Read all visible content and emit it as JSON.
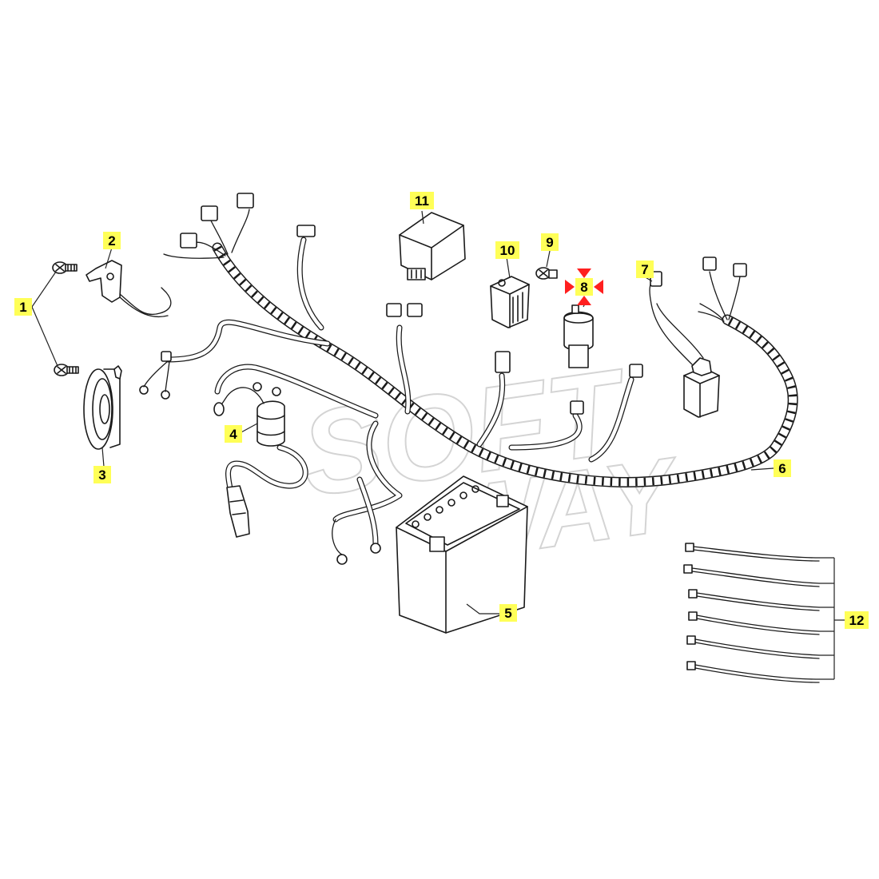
{
  "watermark": {
    "line1": "SOFT",
    "line2": "WAY"
  },
  "callouts": {
    "c1": "1",
    "c2": "2",
    "c3": "3",
    "c4": "4",
    "c5": "5",
    "c6": "6",
    "c7": "7",
    "c8": "8",
    "c9": "9",
    "c10": "10",
    "c11": "11",
    "c12": "12"
  },
  "selected_part": "8",
  "colors": {
    "label_background": "#ffff57",
    "selection_marker": "#ff1f1f",
    "line_art": "#1a1a1a",
    "watermark": "#d4d4d4"
  }
}
